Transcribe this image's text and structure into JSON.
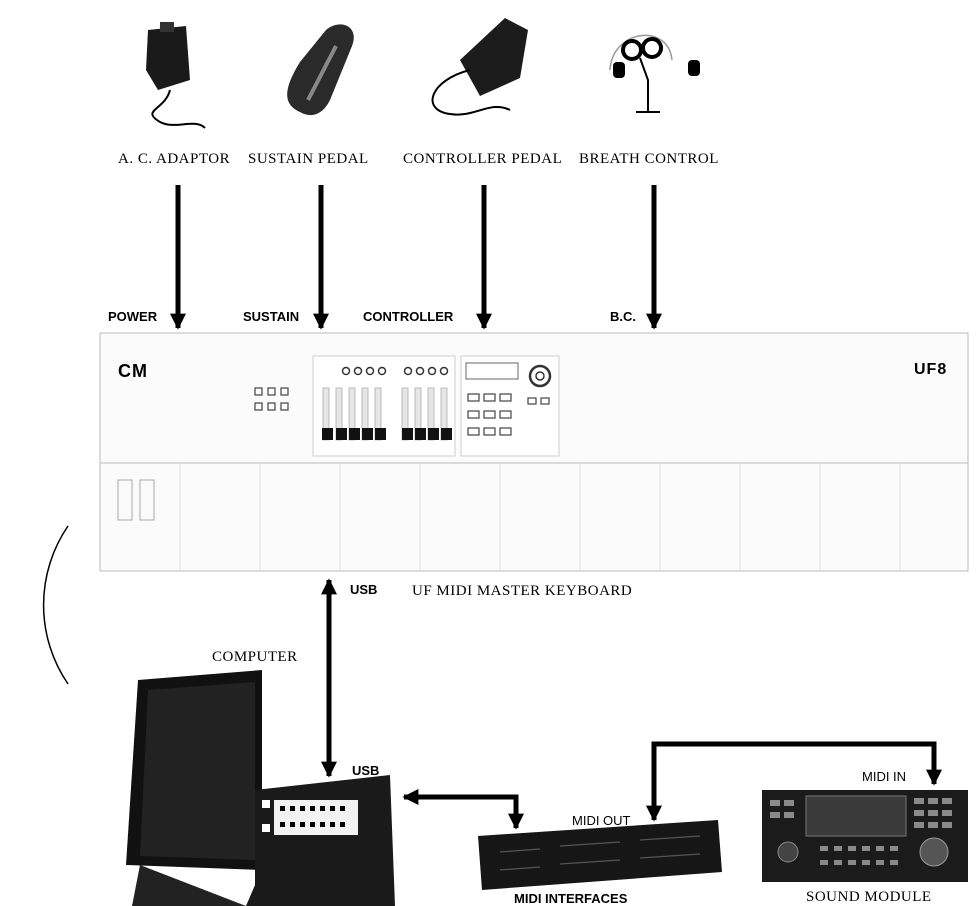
{
  "devices": {
    "ac_adaptor": "A. C. ADAPTOR",
    "sustain_pedal": "SUSTAIN PEDAL",
    "controller_pedal": "CONTROLLER PEDAL",
    "breath_control": "BREATH CONTROL"
  },
  "ports": {
    "power": "POWER",
    "sustain": "SUSTAIN",
    "controller": "CONTROLLER",
    "bc": "B.C.",
    "usb_keyboard": "USB",
    "usb_computer": "USB",
    "midi_out": "MIDI OUT",
    "midi_in": "MIDI IN"
  },
  "keyboard": {
    "name": "UF MIDI MASTER KEYBOARD",
    "brand_left": "CM",
    "brand_right": "UF8"
  },
  "bottom": {
    "computer": "COMPUTER",
    "midi_interfaces": "MIDI INTERFACES",
    "sound_module": "SOUND MODULE"
  }
}
